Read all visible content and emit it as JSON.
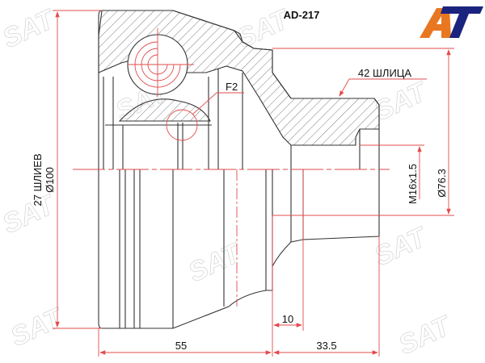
{
  "part_number": "AD-217",
  "logo": {
    "text": "AT",
    "colors": {
      "a": "#e87722",
      "t": "#1a237e"
    }
  },
  "watermark": "SAT",
  "labels": {
    "outer_splines": "27 ШЛИЕВ",
    "outer_diameter": "Ø100",
    "inner_splines": "42 ШЛИЦА",
    "thread": "M16x1.5",
    "hub_diameter": "Ø76.3",
    "detail": "F2",
    "dim_10": "10",
    "dim_55": "55",
    "dim_33_5": "33.5"
  },
  "colors": {
    "dimension": "#e24b4b",
    "outline": "#333333"
  }
}
